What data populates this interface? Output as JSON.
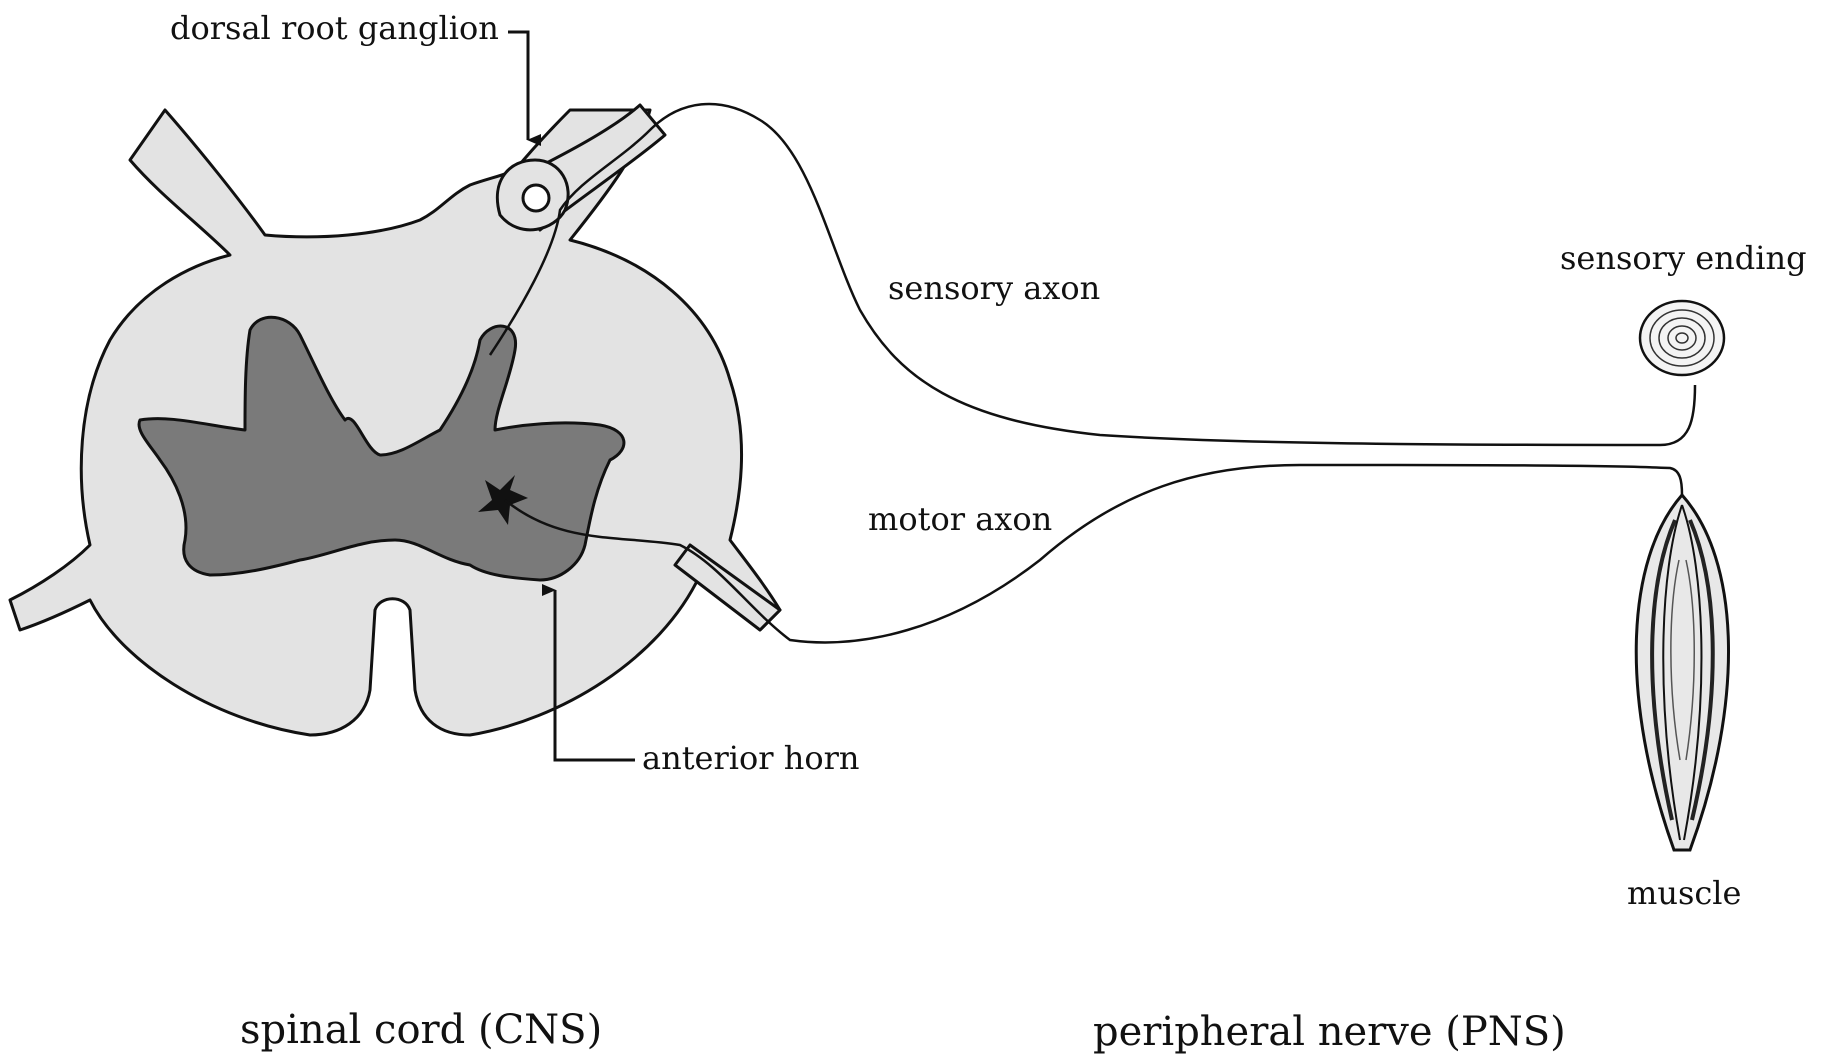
{
  "labels": {
    "dorsal_root_ganglion": "dorsal root ganglion",
    "sensory_axon": "sensory axon",
    "motor_axon": "motor axon",
    "anterior_horn": "anterior horn",
    "sensory_ending": "sensory ending",
    "muscle": "muscle",
    "spinal_cord": "spinal cord (CNS)",
    "peripheral_nerve": "peripheral nerve (PNS)"
  },
  "colors": {
    "white_matter": "#e3e3e3",
    "grey_matter": "#7a7a7a",
    "outline": "#111111",
    "background": "#ffffff"
  }
}
